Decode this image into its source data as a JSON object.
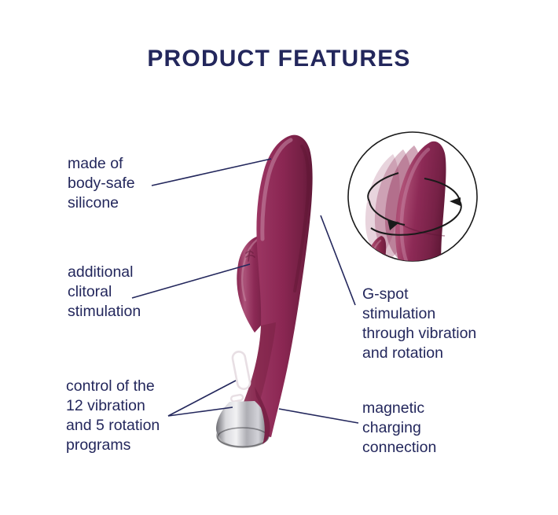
{
  "header": {
    "title": "PRODUCT FEATURES"
  },
  "colors": {
    "navy": "#23275c",
    "berry": "#8e2a56",
    "berry_light": "#a8416b",
    "berry_dark": "#6d1d40",
    "chrome": "#b9b9bd",
    "background": "#ffffff"
  },
  "callouts": [
    {
      "id": "silicone",
      "text": "made of\nbody-safe\nsilicone",
      "side": "left"
    },
    {
      "id": "clitoral",
      "text": "additional\nclitoral\nstimulation",
      "side": "left"
    },
    {
      "id": "control",
      "text": "control of the\n12 vibration\nand 5 rotation\nprograms",
      "side": "left"
    },
    {
      "id": "gspot",
      "text": "G-spot\nstimulation\nthrough vibration\nand rotation",
      "side": "right"
    },
    {
      "id": "magnetic",
      "text": "magnetic\ncharging\nconnection",
      "side": "right"
    }
  ],
  "product": {
    "name": "rabbit-vibrator-illustration",
    "inset": {
      "name": "rotation-detail-circle",
      "depicts": "rotating tip with motion trails and rotation arrows"
    }
  }
}
